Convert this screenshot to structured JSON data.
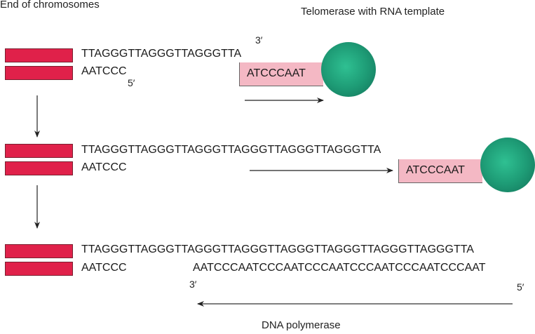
{
  "labels": {
    "end_of_chromosomes": "End of chromosomes",
    "telomerase": "Telomerase with RNA template",
    "dna_polymerase": "DNA polymerase"
  },
  "step1": {
    "top_strand": "TTAGGGTTAGGGTTAGGGTTA",
    "bottom_strand": "AATCCC",
    "top_end": "3′",
    "bottom_end": "5′",
    "rna_template": "ATCCCAAT"
  },
  "step2": {
    "top_strand": "TTAGGGTTAGGGTTAGGGTTAGGGTTAGGGTTAGGGTTA",
    "bottom_strand": "AATCCC",
    "rna_template": "ATCCCAAT"
  },
  "step3": {
    "top_strand": "TTAGGGTTAGGGTTAGGGTTAGGGTTAGGGTTAGGGTTAGGGTTAGGGTTA",
    "bottom_strand": "AATCCC",
    "new_strand": "AATCCCAATCCCAATCCCAATCCCAATCCCAATCCCAAT",
    "new_3_end": "3′",
    "new_5_end": "5′"
  },
  "colors": {
    "chromosome": "#e0214a",
    "rna_template": "#f4b8c4",
    "telomerase": "#1e9c76"
  }
}
